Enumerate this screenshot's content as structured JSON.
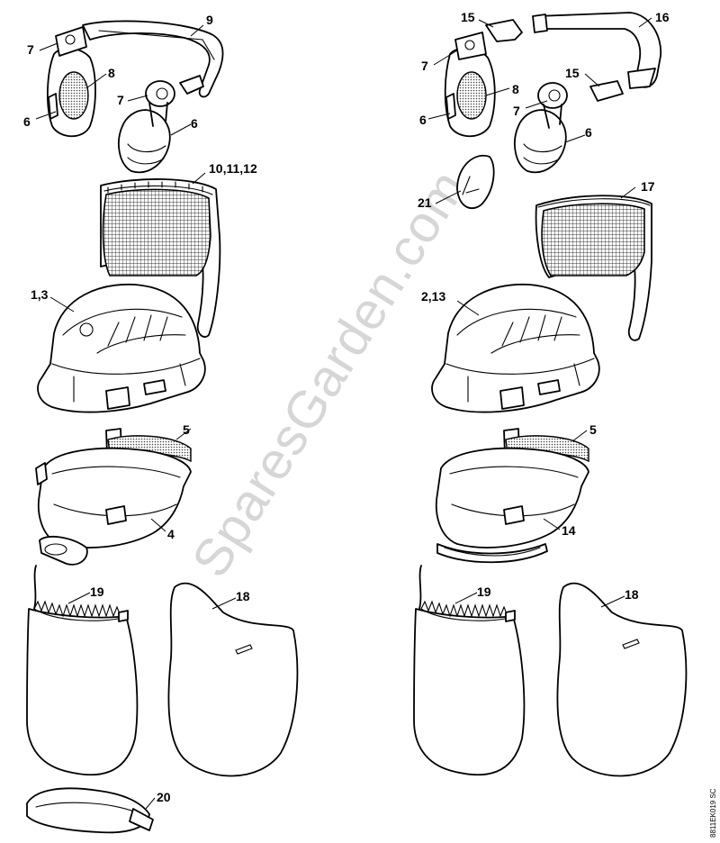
{
  "watermark": "SparesGarden.com",
  "drawing_code": "8811EK019 SC",
  "callouts": {
    "left": {
      "c9": "9",
      "c7a": "7",
      "c8": "8",
      "c6a": "6",
      "c7b": "7",
      "c6b": "6",
      "c101112": "10,11,12",
      "c13": "1,3",
      "c5": "5",
      "c4": "4",
      "c19": "19",
      "c18": "18",
      "c20": "20"
    },
    "right": {
      "c15a": "15",
      "c16": "16",
      "c7a": "7",
      "c8": "8",
      "c15b": "15",
      "c6a": "6",
      "c7b": "7",
      "c6b": "6",
      "c21": "21",
      "c17": "17",
      "c213": "2,13",
      "c5": "5",
      "c14": "14",
      "c19": "19",
      "c18": "18"
    }
  }
}
